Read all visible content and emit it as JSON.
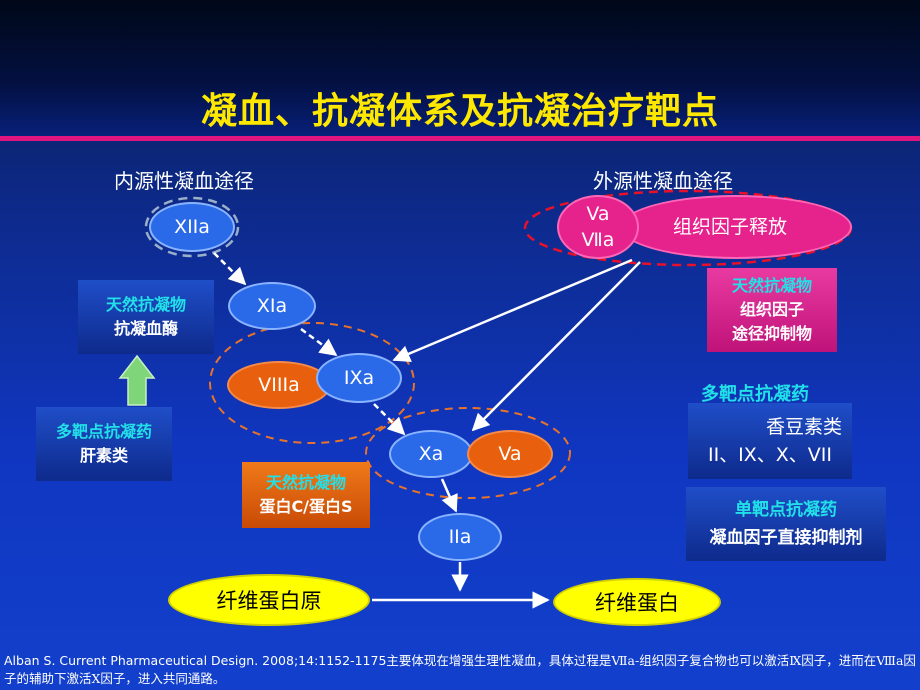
{
  "title": "凝血、抗凝体系及抗凝治疗靶点",
  "intrinsic_label": "内源性凝血途径",
  "extrinsic_label": "外源性凝血途径",
  "nodes": {
    "xiia": "XIIa",
    "xia": "XIa",
    "ixa": "IXa",
    "viiia": "VIIIa",
    "xa": "Xa",
    "va": "Va",
    "iia": "IIa",
    "va_ext": "Va",
    "viia_ext": "Ⅶa",
    "tissue_factor": "组织因子释放",
    "fibrinogen": "纤维蛋白原",
    "fibrin": "纤维蛋白"
  },
  "boxes": {
    "antithrombin": {
      "heading": "天然抗凝物",
      "body": "抗凝血酶"
    },
    "heparin": {
      "heading": "多靶点抗凝药",
      "body": "肝素类"
    },
    "protein_cs": {
      "heading": "天然抗凝物",
      "body": "蛋白C/蛋白S"
    },
    "tfpi": {
      "heading": "天然抗凝物",
      "line1": "组织因子",
      "line2": "途径抑制物"
    },
    "coumarin": {
      "heading": "多靶点抗凝药",
      "line1": "香豆素类",
      "line2": "II、IX、X、VII"
    },
    "direct": {
      "heading": "单靶点抗凝药",
      "body": "凝血因子直接抑制剂"
    }
  },
  "footer": {
    "citation": "Alban S. Current Pharmaceutical Design. 2008;14:1152-1175",
    "note": "主要体现在增强生理性凝血，具体过程是Ⅶa-组织因子复合物也可以激活Ⅸ因子，进而在Ⅷa因子的辅助下激活Ⅹ因子，进入共同通路。"
  },
  "colors": {
    "title": "#ffe800",
    "accent_bar": "#e0157e",
    "blue_node": "#2a6ae8",
    "orange_node": "#e8600e",
    "magenta": "#e6228c",
    "fibrin_yellow": "#ffff00",
    "cyan_text": "#22e0e8"
  }
}
